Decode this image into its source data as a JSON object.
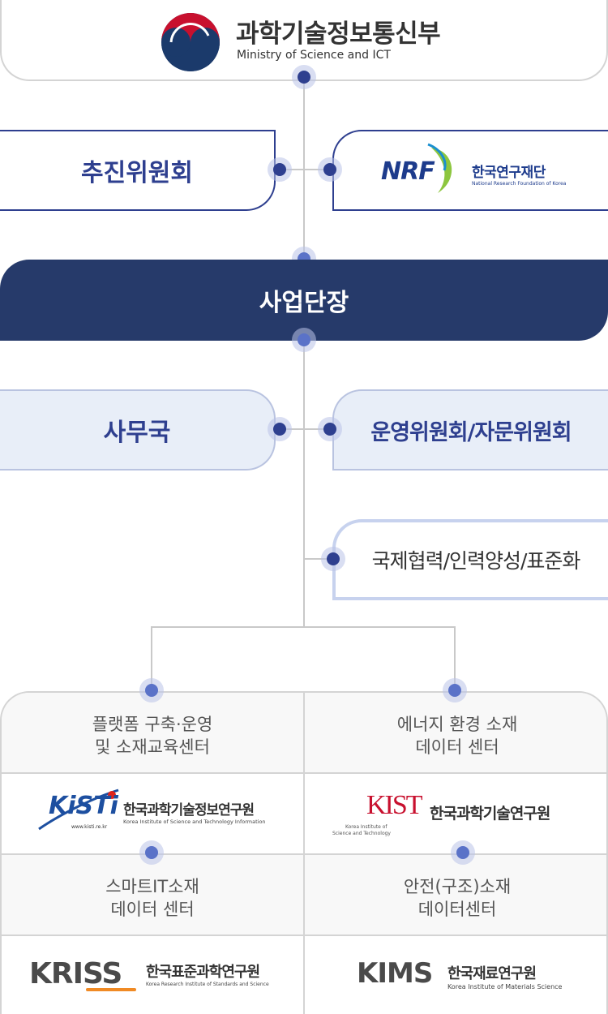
{
  "ministry": {
    "name_ko": "과학기술정보통신부",
    "name_en": "Ministry of Science and ICT"
  },
  "committee": {
    "label": "추진위원회"
  },
  "nrf": {
    "logo_text": "NRF",
    "name_ko": "한국연구재단",
    "name_en": "National Research Foundation of Korea"
  },
  "director": {
    "label": "사업단장"
  },
  "office": {
    "label": "사무국"
  },
  "steering": {
    "label": "운영위원회/자문위원회"
  },
  "intl": {
    "label": "국제협력/인력양성/표준화"
  },
  "centers": [
    {
      "title_line1": "플랫폼 구축·운영",
      "title_line2": "및 소재교육센터",
      "org_logo": "KiSTi",
      "org_ko": "한국과학기술정보연구원",
      "org_en": "Korea Institute of Science and Technology Information",
      "org_url": "www.kisti.re.kr"
    },
    {
      "title_line1": "에너지 환경 소재",
      "title_line2": "데이터 센터",
      "org_logo": "KIST",
      "org_ko": "한국과학기술연구원",
      "org_en_line1": "Korea Institute of",
      "org_en_line2": "Science and Technology"
    },
    {
      "title_line1": "스마트IT소재",
      "title_line2": "데이터 센터",
      "org_logo": "KRISS",
      "org_ko": "한국표준과학연구원",
      "org_en": "Korea Research Institute of Standards and Science"
    },
    {
      "title_line1": "안전(구조)소재",
      "title_line2": "데이터센터",
      "org_logo": "KIMS",
      "org_ko": "한국재료연구원",
      "org_en": "Korea Institute of Materials Science"
    }
  ],
  "colors": {
    "navy": "#263a6a",
    "accent": "#2e3f8f",
    "light_fill": "#e8eef8",
    "kist_red": "#c8102e",
    "kriss_orange": "#f08a24",
    "kims_green": "#7ab648"
  }
}
